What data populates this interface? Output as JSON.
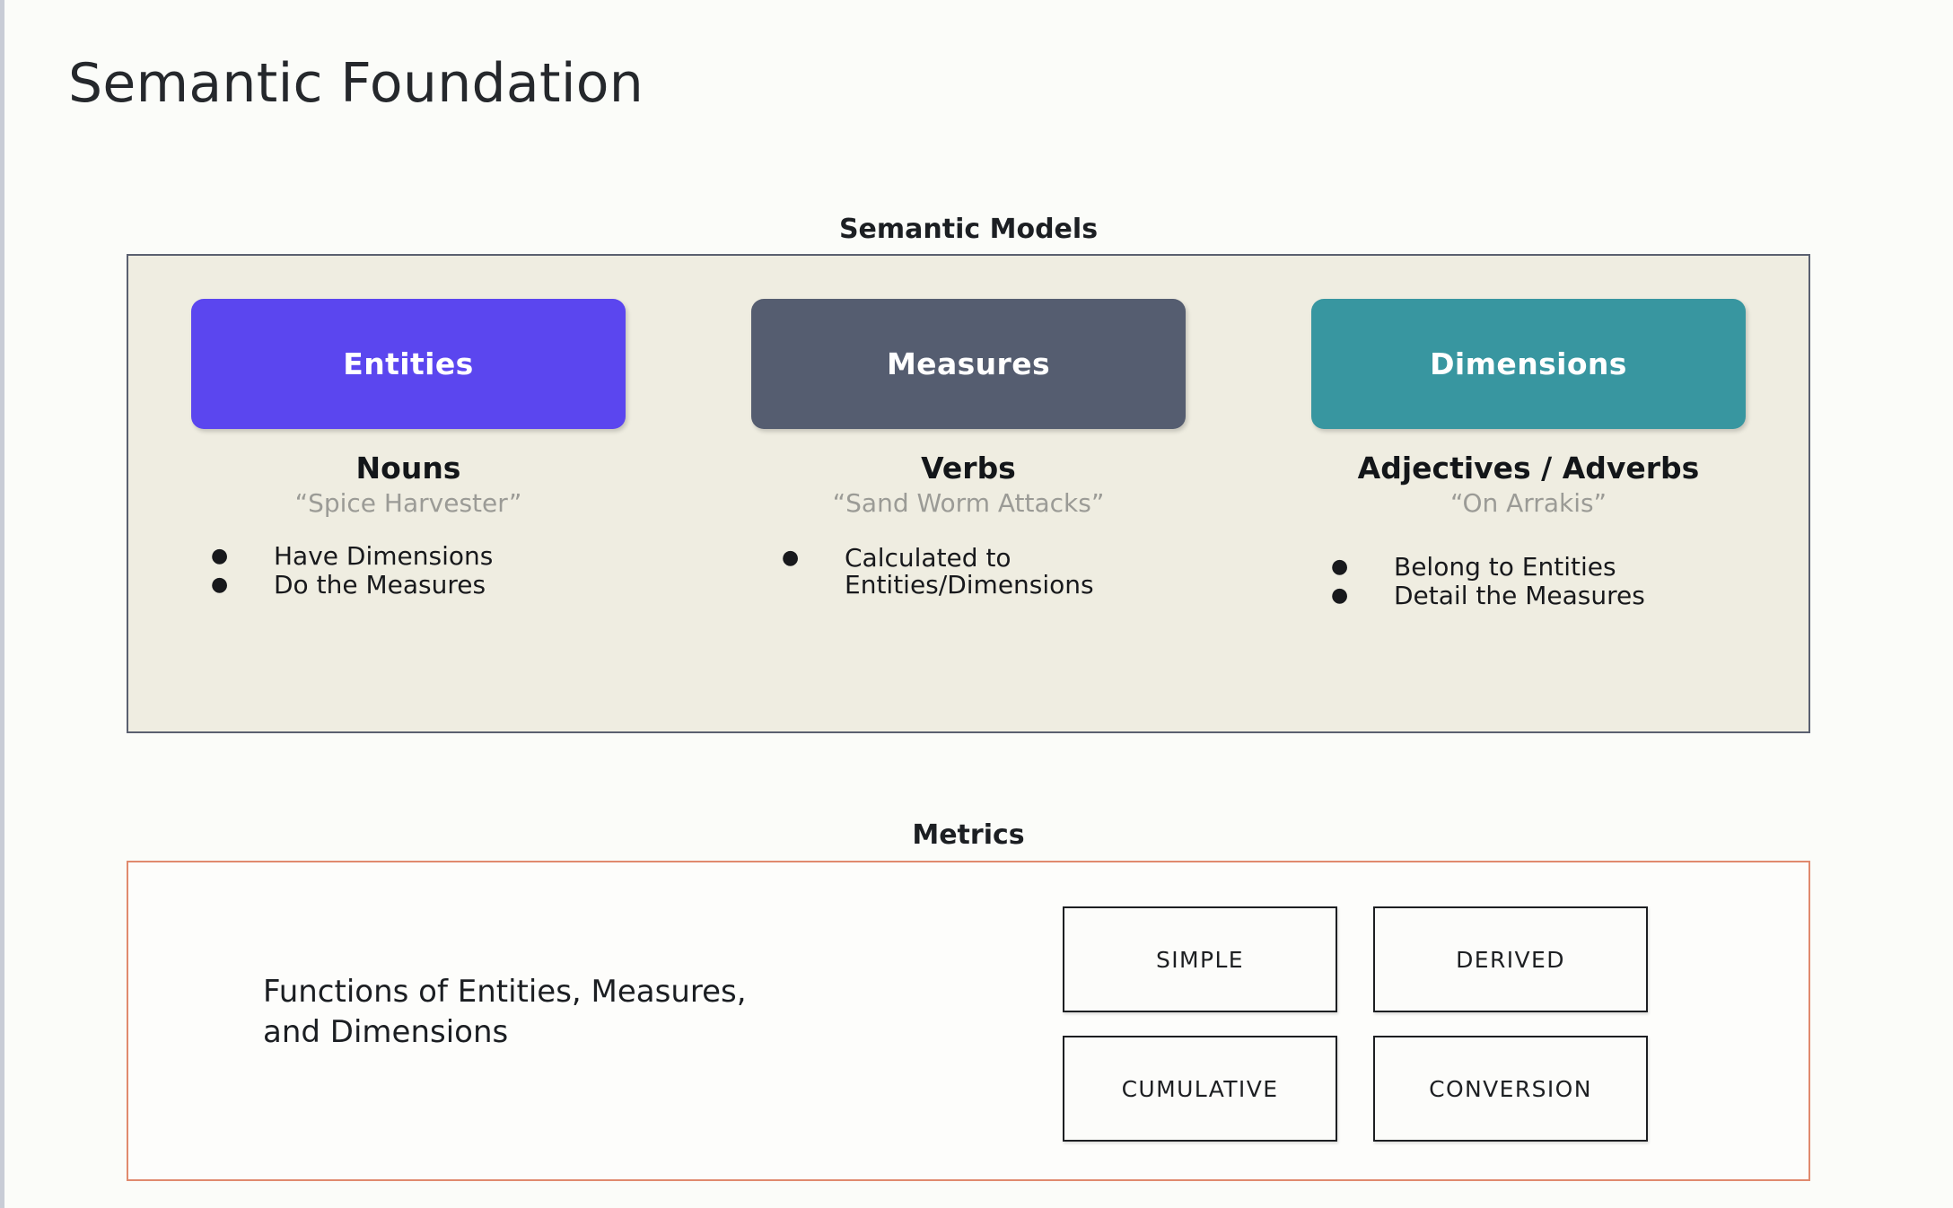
{
  "page": {
    "title": "Semantic Foundation",
    "background_color": "#fbfcf9"
  },
  "semantic_models": {
    "heading": "Semantic Models",
    "panel_bg": "#efede1",
    "panel_border": "#5a6070",
    "columns": [
      {
        "pill_label": "Entities",
        "pill_color": "#5b46ef",
        "part_of_speech": "Nouns",
        "example": "“Spice Harvester”",
        "bullets": [
          "Have Dimensions",
          "Do the Measures"
        ]
      },
      {
        "pill_label": "Measures",
        "pill_color": "#555d70",
        "part_of_speech": "Verbs",
        "example": "“Sand Worm Attacks”",
        "bullets": [
          "Calculated to Entities/Dimensions"
        ]
      },
      {
        "pill_label": "Dimensions",
        "pill_color": "#3896a0",
        "part_of_speech": "Adjectives / Adverbs",
        "example": "“On Arrakis”",
        "bullets": [
          "Belong to Entities",
          "Detail the Measures"
        ]
      }
    ]
  },
  "metrics": {
    "heading": "Metrics",
    "panel_border": "#e08a6e",
    "description_line1": "Functions of Entities, Measures,",
    "description_line2": "and Dimensions",
    "types": [
      "SIMPLE",
      "DERIVED",
      "CUMULATIVE",
      "CONVERSION"
    ],
    "bullet_glyph": "●"
  }
}
